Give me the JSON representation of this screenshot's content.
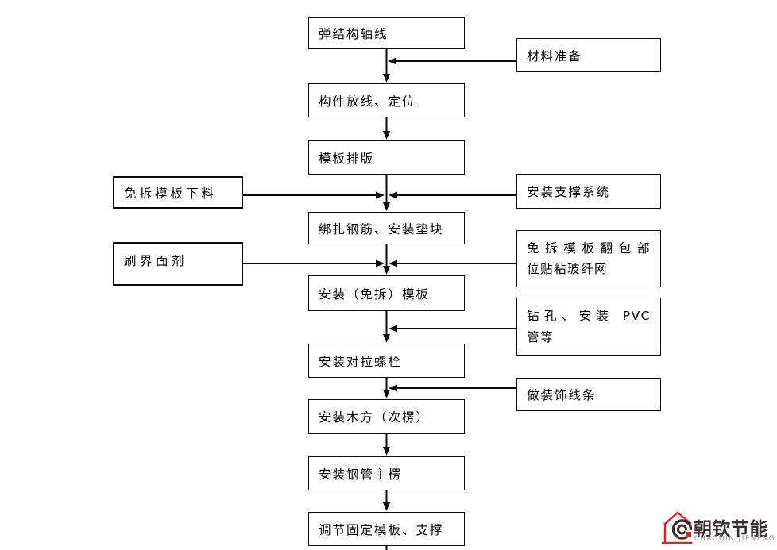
{
  "flowchart": {
    "line_color": "#000000",
    "center_steps": [
      {
        "label": "弹结构轴线"
      },
      {
        "label": "构件放线、定位"
      },
      {
        "label": "模板排版"
      },
      {
        "label": "绑扎钢筋、安装垫块"
      },
      {
        "label": "安装（免拆）模板"
      },
      {
        "label": "安装对拉螺栓"
      },
      {
        "label": "安装木方（次楞）"
      },
      {
        "label": "安装钢管主楞"
      },
      {
        "label": "调节固定模板、支撑"
      }
    ],
    "left_inputs": [
      {
        "label": "免拆模板下料"
      },
      {
        "label": "刷界面剂"
      }
    ],
    "right_inputs": [
      {
        "label": "材料准备"
      },
      {
        "label": "安装支撑系统"
      },
      {
        "label": "免拆模板翻包部位贴粘玻纤网",
        "lines": [
          "免拆模板翻包部",
          "位贴粘玻纤网"
        ]
      },
      {
        "label": "钻孔、安装 PVC 管等",
        "lines": [
          "钻孔、安装 PVC",
          "管等"
        ]
      },
      {
        "label": "做装饰线条"
      }
    ]
  },
  "logo": {
    "name": "朝钦节能",
    "subtitle": "CHAOQIN JIENENG",
    "colors": {
      "red": "#e8211d",
      "dark": "#3a2e2a",
      "gray": "#8f8f8f"
    }
  }
}
